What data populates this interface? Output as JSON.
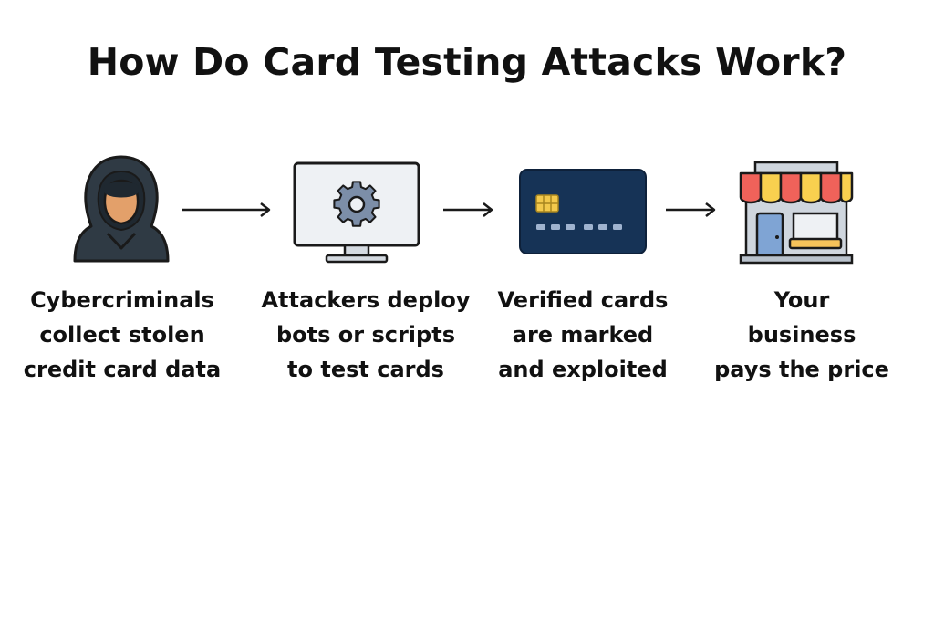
{
  "title": "How Do Card Testing Attacks Work?",
  "steps": [
    {
      "icon": "hooded-hacker-icon",
      "lines": [
        "Cybercriminals",
        "collect stolen",
        "credit card data"
      ]
    },
    {
      "icon": "monitor-gear-icon",
      "lines": [
        "Attackers deploy",
        "bots or scripts",
        "to test cards"
      ]
    },
    {
      "icon": "credit-card-icon",
      "lines": [
        "Verified cards",
        "are marked",
        "and exploited"
      ]
    },
    {
      "icon": "storefront-icon",
      "lines": [
        "Your",
        "business",
        "pays the price"
      ]
    }
  ],
  "colors": {
    "outline": "#1a1a1a",
    "hood": "#2f3a44",
    "skin": "#e3a06a",
    "gear": "#7c8ea8",
    "screen": "#eef1f4",
    "card": "#163356",
    "chip": "#f2c94c",
    "card_dots": "#9fb3cf",
    "awning_red": "#f0625a",
    "awning_yellow": "#f9d04f",
    "store_wall": "#cfd6de",
    "store_door": "#7fa4d4",
    "counter": "#f6c35a"
  }
}
